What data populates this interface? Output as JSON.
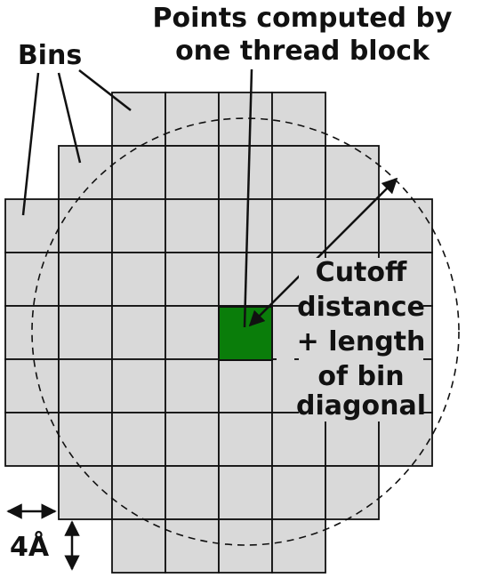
{
  "labels": {
    "title_line1": "Points computed by",
    "title_line2": "one thread block",
    "bins": "Bins",
    "cutoff_line1": "Cutoff",
    "cutoff_line2": "distance",
    "cutoff_line3": "+ length",
    "cutoff_line4": "of bin",
    "cutoff_line5": "diagonal",
    "spacing": "4Å"
  },
  "colors": {
    "bin_fill": "#d9d9d9",
    "grid_line": "#111111",
    "thread_block": "#0a7d0a",
    "background": "#ffffff"
  }
}
